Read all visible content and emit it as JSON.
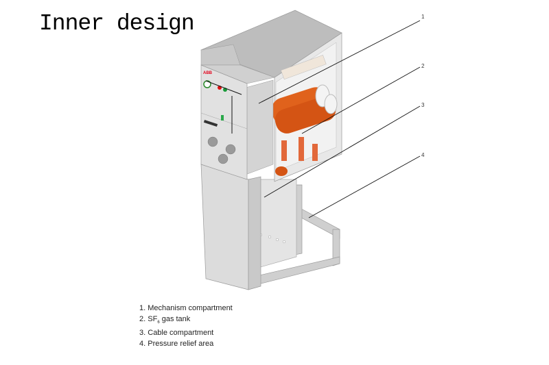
{
  "title": "Inner design",
  "callouts": [
    "1",
    "2",
    "3",
    "4"
  ],
  "legend": [
    {
      "number": "1.",
      "text": "Mechanism compartment"
    },
    {
      "number": "2.",
      "text": "SF",
      "subscript": "6",
      "suffix": " gas tank"
    },
    {
      "number": "3.",
      "text": "Cable compartment"
    },
    {
      "number": "4.",
      "text": "Pressure relief area"
    }
  ],
  "logo_text": "ABB",
  "colors": {
    "panel": "#d9d9d9",
    "tank": "#e0621c",
    "leader": "#111111"
  }
}
